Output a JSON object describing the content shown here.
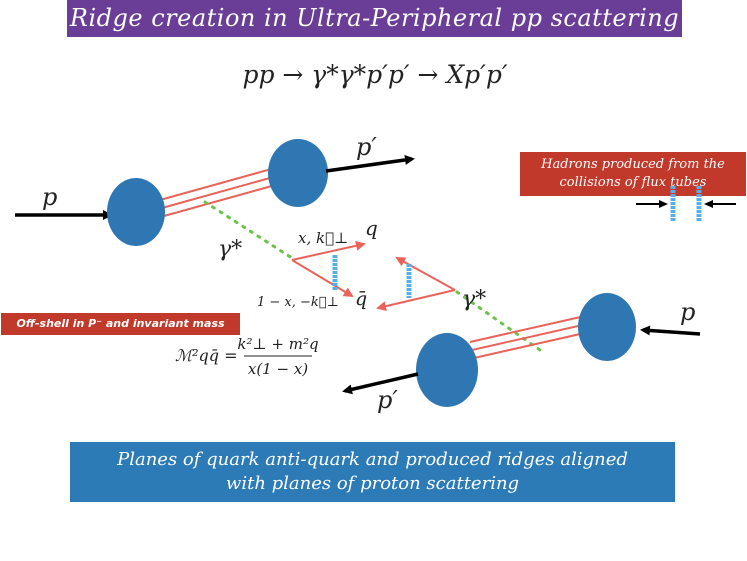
{
  "title": "Ridge creation in Ultra-Peripheral pp scattering",
  "equation": "pp → γ*γ*p′p′ → Xp′p′",
  "hadron_note": {
    "line1": "Hadrons produced from the",
    "line2": "collisions of flux tubes"
  },
  "offshell_label": "Off-shell in P⁻ and invariant mass",
  "mass_formula": {
    "lhs": "ℳ²qq̄ =",
    "numerator": "k²⊥ + m²q",
    "denominator": "x(1 − x)"
  },
  "labels": {
    "p_left": "p",
    "p_prime_top": "p′",
    "gamma_left": "γ*",
    "q": "q",
    "x_k": "x, k⃗⊥",
    "one_minus_x": "1 − x, −k⃗⊥",
    "qbar": "q̄",
    "gamma_right": "γ*",
    "p_right": "p",
    "p_prime_bottom": "p′"
  },
  "bottom_note": {
    "line1": "Planes of quark anti-quark and produced ridges aligned",
    "line2": "with planes of proton scattering"
  },
  "colors": {
    "title_bg": "#6a3d96",
    "note_red": "#c0392b",
    "proton_blue": "#2e77b3",
    "tube_red": "#e8645a",
    "photon_green": "#6cc24a",
    "flux_blue": "#5aaee8",
    "bottom_bg": "#2c7bb6"
  }
}
